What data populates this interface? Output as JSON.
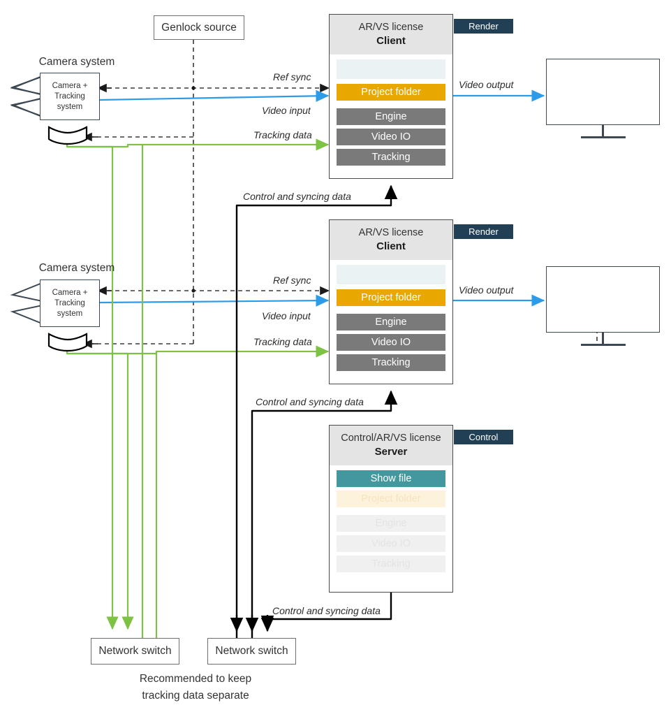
{
  "diagram": {
    "title": "AR/VS multi-client and server network topology",
    "colors": {
      "video_blue": "#2e9be8",
      "tracking_green": "#7dc242",
      "control_black": "#000000",
      "genlock_dashed": "#3a3a3a",
      "project_folder_orange": "#e8a800",
      "show_file_teal": "#43979e",
      "module_gray": "#7a7a7a",
      "badge_navy": "#214055",
      "panel_header_gray": "#e4e4e4",
      "blank_row_blue": "#eaf2f3"
    }
  },
  "genlock": {
    "label": "Genlock source"
  },
  "cameras": [
    {
      "caption": "Camera system",
      "body_line1": "Camera +",
      "body_line2": "Tracking",
      "body_line3": "system"
    },
    {
      "caption": "Camera system",
      "body_line1": "Camera +",
      "body_line2": "Tracking",
      "body_line3": "system"
    }
  ],
  "machines": [
    {
      "license": "AR/VS license",
      "role": "Client",
      "badge": "Render",
      "rows": [
        {
          "label": "",
          "style": "blank"
        },
        {
          "label": "Project folder",
          "style": "accent-orange"
        },
        {
          "label": "Engine",
          "style": "gray"
        },
        {
          "label": "Video IO",
          "style": "gray"
        },
        {
          "label": "Tracking",
          "style": "gray"
        }
      ]
    },
    {
      "license": "AR/VS license",
      "role": "Client",
      "badge": "Render",
      "rows": [
        {
          "label": "",
          "style": "blank"
        },
        {
          "label": "Project folder",
          "style": "accent-orange"
        },
        {
          "label": "Engine",
          "style": "gray"
        },
        {
          "label": "Video IO",
          "style": "gray"
        },
        {
          "label": "Tracking",
          "style": "gray"
        }
      ]
    },
    {
      "license": "Control/AR/VS license",
      "role": "Server",
      "badge": "Control",
      "rows": [
        {
          "label": "Show file",
          "style": "accent-teal"
        },
        {
          "label": "Project folder",
          "style": "ghost-orange"
        },
        {
          "label": "Engine",
          "style": "ghost-gray"
        },
        {
          "label": "Video IO",
          "style": "ghost-gray"
        },
        {
          "label": "Tracking",
          "style": "ghost-gray"
        }
      ]
    }
  ],
  "edge_labels": {
    "ref_sync": "Ref sync",
    "video_input": "Video input",
    "tracking_data": "Tracking data",
    "video_output": "Video output",
    "control_sync": "Control and syncing data"
  },
  "switches": [
    {
      "label": "Network switch"
    },
    {
      "label": "Network switch"
    }
  ],
  "notes": {
    "tracking_note_line1": "Recommended to keep",
    "tracking_note_line2": "tracking data separate"
  }
}
